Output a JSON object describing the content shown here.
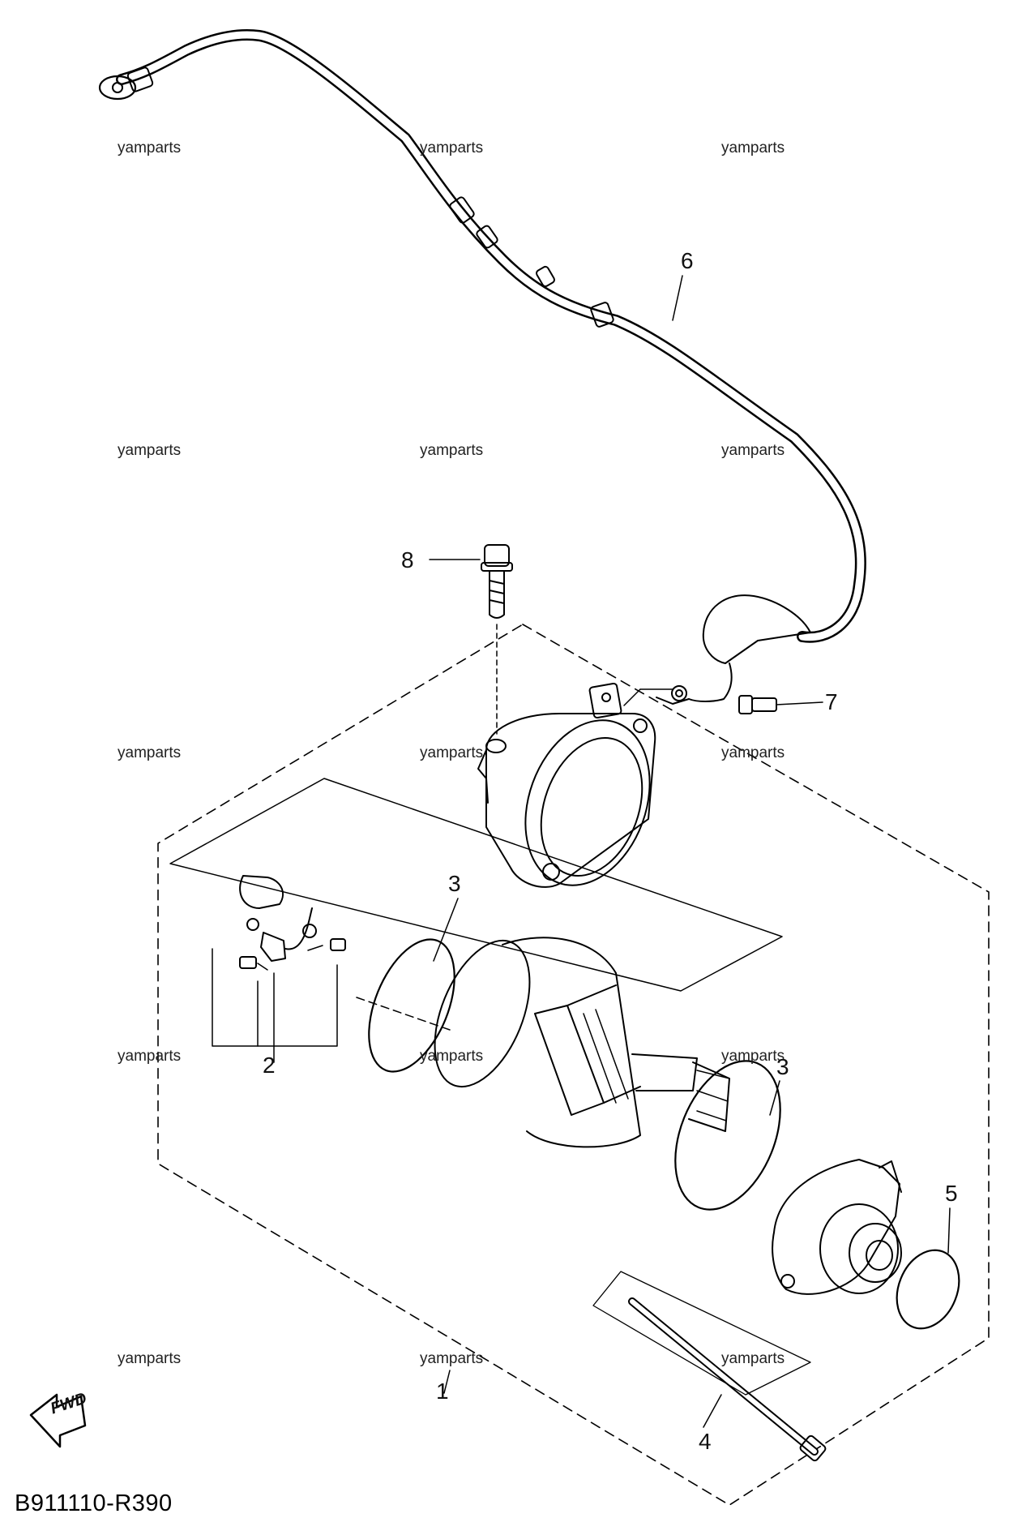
{
  "watermark": "yamparts",
  "diagram_code": "B911110-R390",
  "fwd_label": "FWD",
  "callouts": {
    "c1": "1",
    "c2": "2",
    "c3a": "3",
    "c3b": "3",
    "c4": "4",
    "c5": "5",
    "c6": "6",
    "c7": "7",
    "c8": "8"
  }
}
